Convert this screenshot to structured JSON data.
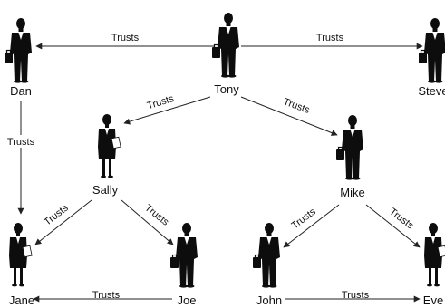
{
  "colors": {
    "figure": "#0d0d0d",
    "line": "#222222",
    "background": "#ffffff"
  },
  "nodes": [
    {
      "id": "dan",
      "label": "Dan",
      "icon": "businessman-briefcase-icon"
    },
    {
      "id": "tony",
      "label": "Tony",
      "icon": "businessman-briefcase-icon"
    },
    {
      "id": "steve",
      "label": "Steve",
      "icon": "businessman-briefcase-icon"
    },
    {
      "id": "sally",
      "label": "Sally",
      "icon": "businesswoman-papers-icon"
    },
    {
      "id": "mike",
      "label": "Mike",
      "icon": "businessman-briefcase-icon"
    },
    {
      "id": "jane",
      "label": "Jane",
      "icon": "businesswoman-papers-icon"
    },
    {
      "id": "joe",
      "label": "Joe",
      "icon": "businessman-briefcase-icon"
    },
    {
      "id": "john",
      "label": "John",
      "icon": "businessman-briefcase-icon"
    },
    {
      "id": "eve",
      "label": "Eve",
      "icon": "businesswoman-papers-icon"
    }
  ],
  "edges": [
    {
      "from": "tony",
      "to": "dan",
      "label": "Trusts"
    },
    {
      "from": "tony",
      "to": "steve",
      "label": "Trusts"
    },
    {
      "from": "dan",
      "to": "jane",
      "label": "Trusts"
    },
    {
      "from": "tony",
      "to": "sally",
      "label": "Trusts"
    },
    {
      "from": "tony",
      "to": "mike",
      "label": "Trusts"
    },
    {
      "from": "sally",
      "to": "jane",
      "label": "Trusts"
    },
    {
      "from": "sally",
      "to": "joe",
      "label": "Trusts"
    },
    {
      "from": "mike",
      "to": "john",
      "label": "Trusts"
    },
    {
      "from": "mike",
      "to": "eve",
      "label": "Trusts"
    },
    {
      "from": "joe",
      "to": "jane",
      "label": "Trusts"
    },
    {
      "from": "john",
      "to": "eve",
      "label": "Trusts"
    }
  ]
}
